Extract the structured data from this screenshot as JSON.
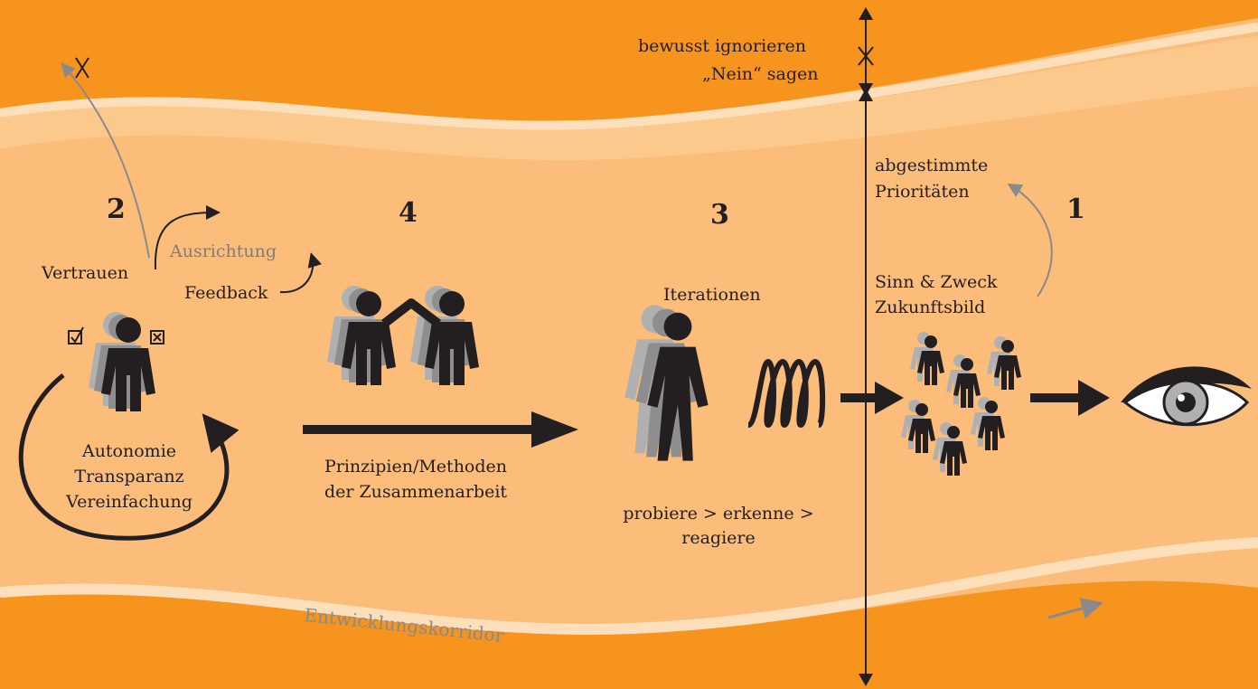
{
  "top": {
    "ignore": "bewusst ignorieren",
    "no": "„Nein“ sagen"
  },
  "numbers": {
    "n2": "2",
    "n4": "4",
    "n3": "3",
    "n1": "1"
  },
  "left": {
    "trust": "Vertrauen",
    "alignment": "Ausrichtung",
    "feedback": "Feedback",
    "loop_lines": [
      "Autonomie",
      "Transparanz",
      "Vereinfachung"
    ]
  },
  "middle": {
    "principles_lines": [
      "Prinzipien/Methoden",
      "der Zusammenarbeit"
    ],
    "iterations": "Iterationen",
    "cycle_lines": [
      "probiere > erkenne >",
      "reagiere"
    ]
  },
  "right": {
    "priorities_lines": [
      "abgestimmte",
      "Prioritäten"
    ],
    "purpose_lines": [
      "Sinn & Zweck",
      "Zukunftsbild"
    ]
  },
  "corridor": "Entwicklungskorridor",
  "colors": {
    "orange_dark": "#f7941d",
    "orange_light": "#fbbd79",
    "stripe": "#fdd9ab",
    "ink": "#231f20",
    "grey": "#8a8a8a"
  }
}
